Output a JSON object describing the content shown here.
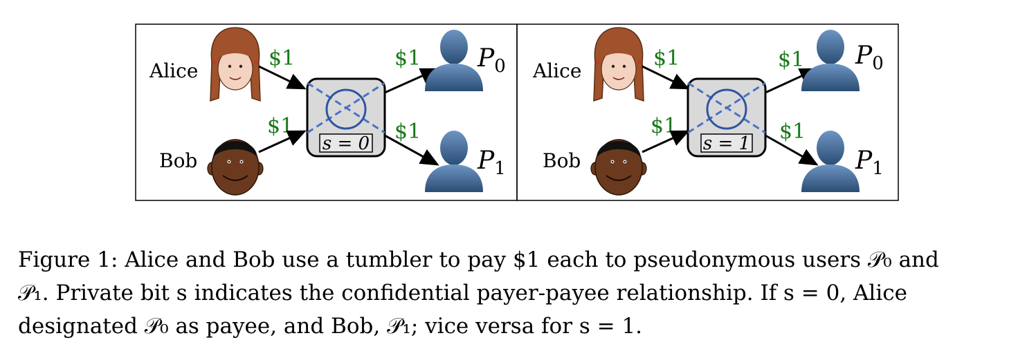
{
  "panels": [
    {
      "alice_label": "Alice",
      "bob_label": "Bob",
      "alice_amount": "$1",
      "bob_amount": "$1",
      "out_amount_top": "$1",
      "out_amount_bottom": "$1",
      "payee_top": {
        "letter": "P",
        "sub": "0"
      },
      "payee_bottom": {
        "letter": "P",
        "sub": "1"
      },
      "bit_label": "s = 0",
      "mode": "crossed"
    },
    {
      "alice_label": "Alice",
      "bob_label": "Bob",
      "alice_amount": "$1",
      "bob_amount": "$1",
      "out_amount_top": "$1",
      "out_amount_bottom": "$1",
      "payee_top": {
        "letter": "P",
        "sub": "0"
      },
      "payee_bottom": {
        "letter": "P",
        "sub": "1"
      },
      "bit_label": "s = 1",
      "mode": "crossed"
    }
  ],
  "caption": {
    "line1": "Figure 1: Alice and Bob use a tumbler to pay $1 each to pseudonymous users 𝒫₀ and",
    "line2": "𝒫₁. Private bit s indicates the confidential payer-payee relationship. If s = 0, Alice",
    "line3": "designated 𝒫₀ as payee, and Bob, 𝒫₁; vice versa for s = 1."
  },
  "colors": {
    "money": "#1a7a1a",
    "tumbler_fill": "#d9d9d9",
    "dash": "#4a72c4",
    "circle": "#2e55a0",
    "person_top": "#5d86b4",
    "person_bottom": "#2b4d74",
    "alice_hair": "#a0522d",
    "alice_skin": "#f4d2c0",
    "bob_skin": "#6b3a1e",
    "bob_hair": "#111111"
  }
}
